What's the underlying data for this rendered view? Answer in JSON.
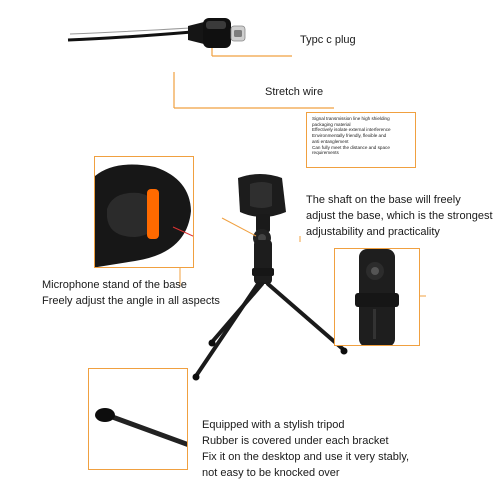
{
  "labels": {
    "plug": "Typc c plug",
    "wire": "Stretch wire",
    "shaft": [
      "The shaft on the base will freely",
      "adjust the base, which is the strongest",
      "adjustability and practicality"
    ],
    "stand": [
      "Microphone stand of the base",
      "Freely adjust the angle in all aspects"
    ],
    "tripod": [
      "Equipped with a stylish tripod",
      "Rubber is covered under each bracket",
      "Fix it on the desktop and use it very stably,",
      "not easy to be knocked over"
    ]
  },
  "spec_card": {
    "lines": [
      "Signal transmission line high shielding",
      "packaging material",
      "Effectively isolate external interference",
      "Environmentally friendly, flexible and",
      "anti entanglement",
      "Can fully meet the distance and space",
      "requirements"
    ]
  },
  "colors": {
    "accent": "#f0a040",
    "product": "#1c1c1c",
    "highlight": "#ff6a00"
  }
}
